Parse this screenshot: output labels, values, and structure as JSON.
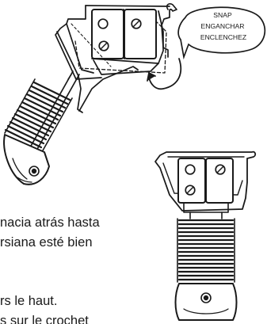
{
  "callout": {
    "lines": [
      "SNAP",
      "ENGANCHAR",
      "ENCLENCHEZ"
    ]
  },
  "text_fragments": {
    "spanish": [
      "nacia atrás hasta",
      "rsiana esté bien"
    ],
    "french": [
      "rs le haut.",
      "s sur le crochet"
    ]
  },
  "colors": {
    "line": "#1a1a1a",
    "background": "#ffffff"
  }
}
